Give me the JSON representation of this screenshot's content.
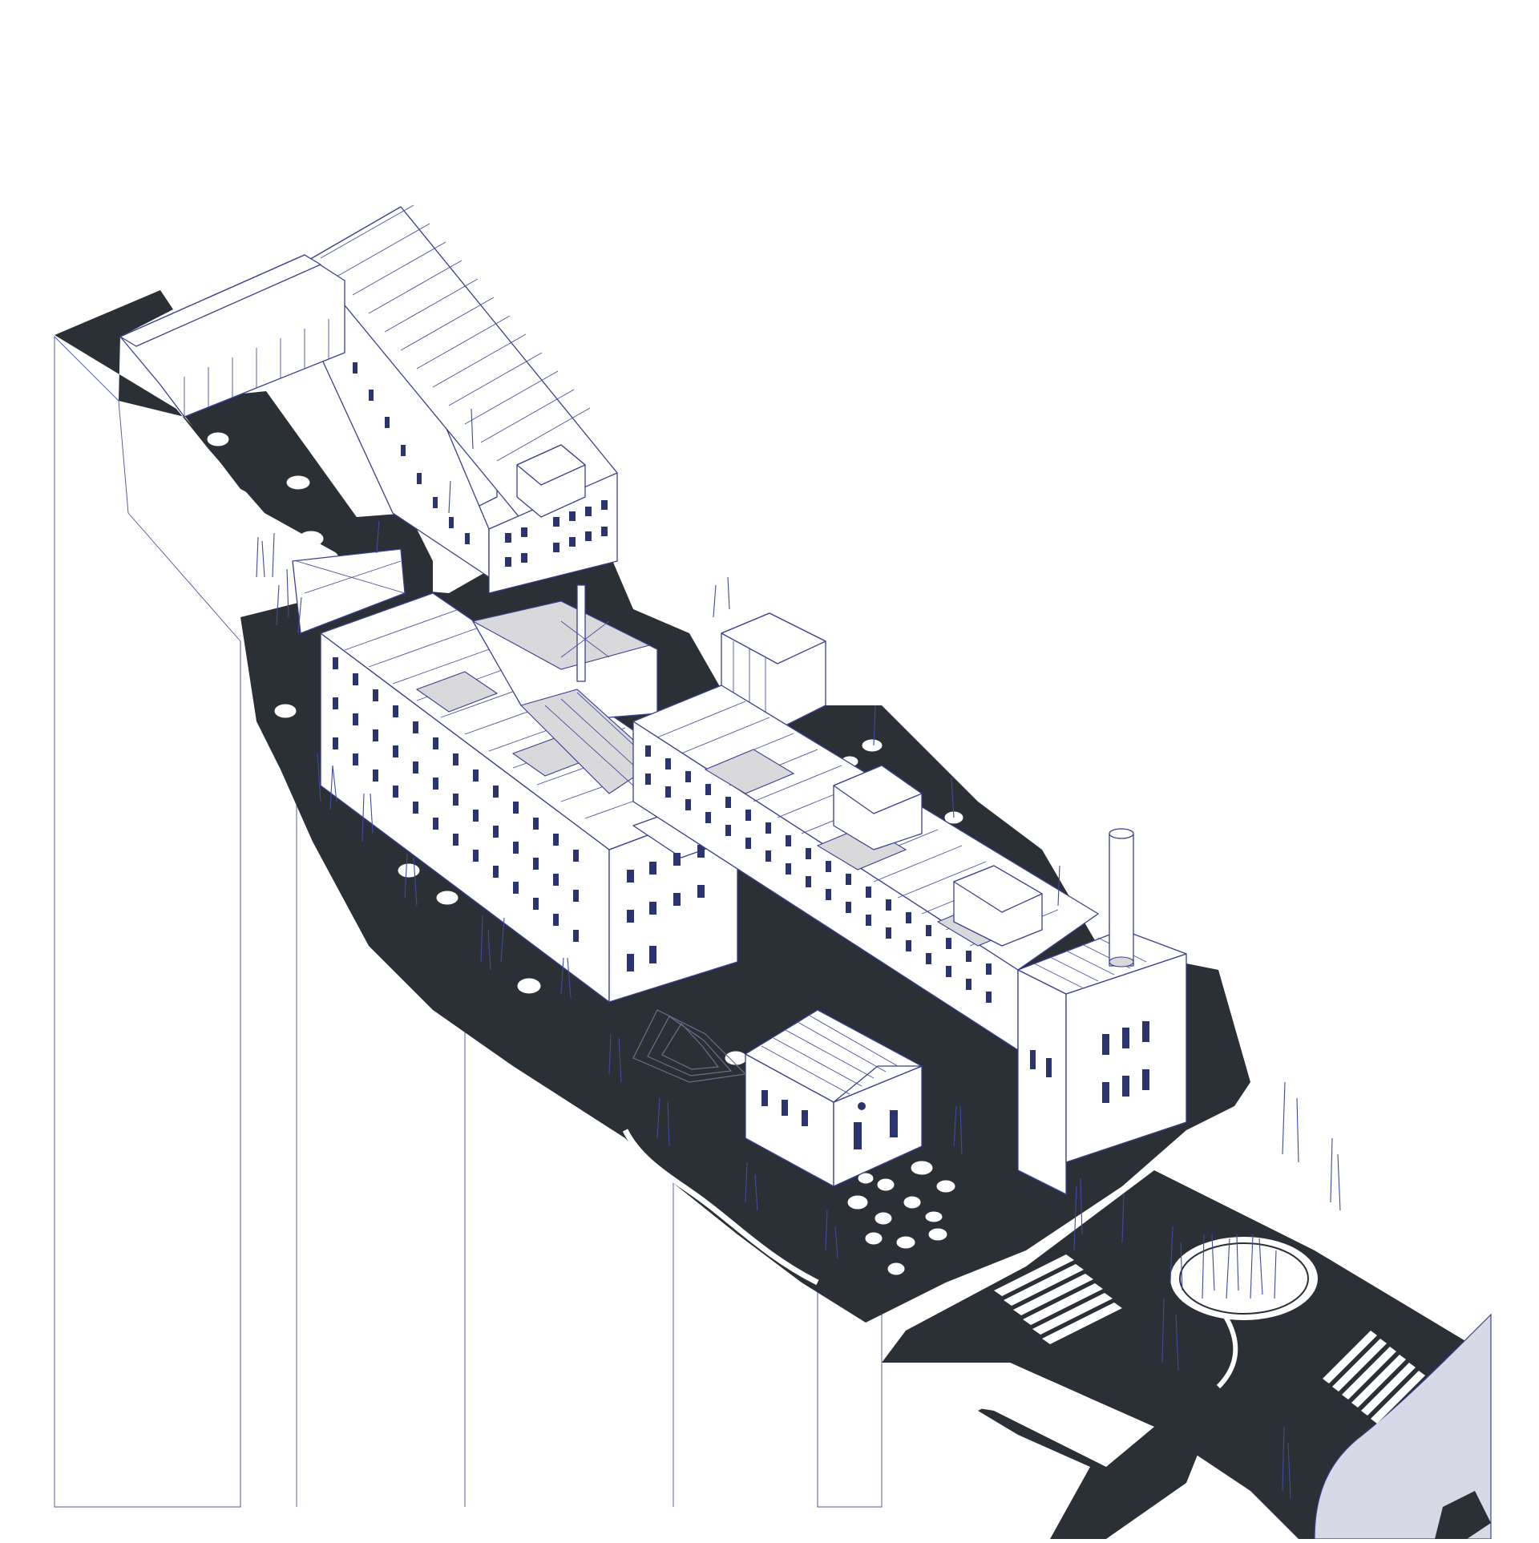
{
  "diagram": {
    "style": "axonometric site drawing",
    "palette": {
      "ground": "#2b2f36",
      "line": "#3b3f8f",
      "water": "#d8d9e6",
      "paper": "#ffffff"
    },
    "elements": [
      "north-warehouse",
      "glass-link-block",
      "central-shed",
      "east-long-building",
      "small-pavilion",
      "gabled-hall",
      "end-hall",
      "chimney",
      "roundabout",
      "crosswalk-west",
      "crosswalk-east",
      "canal"
    ]
  }
}
